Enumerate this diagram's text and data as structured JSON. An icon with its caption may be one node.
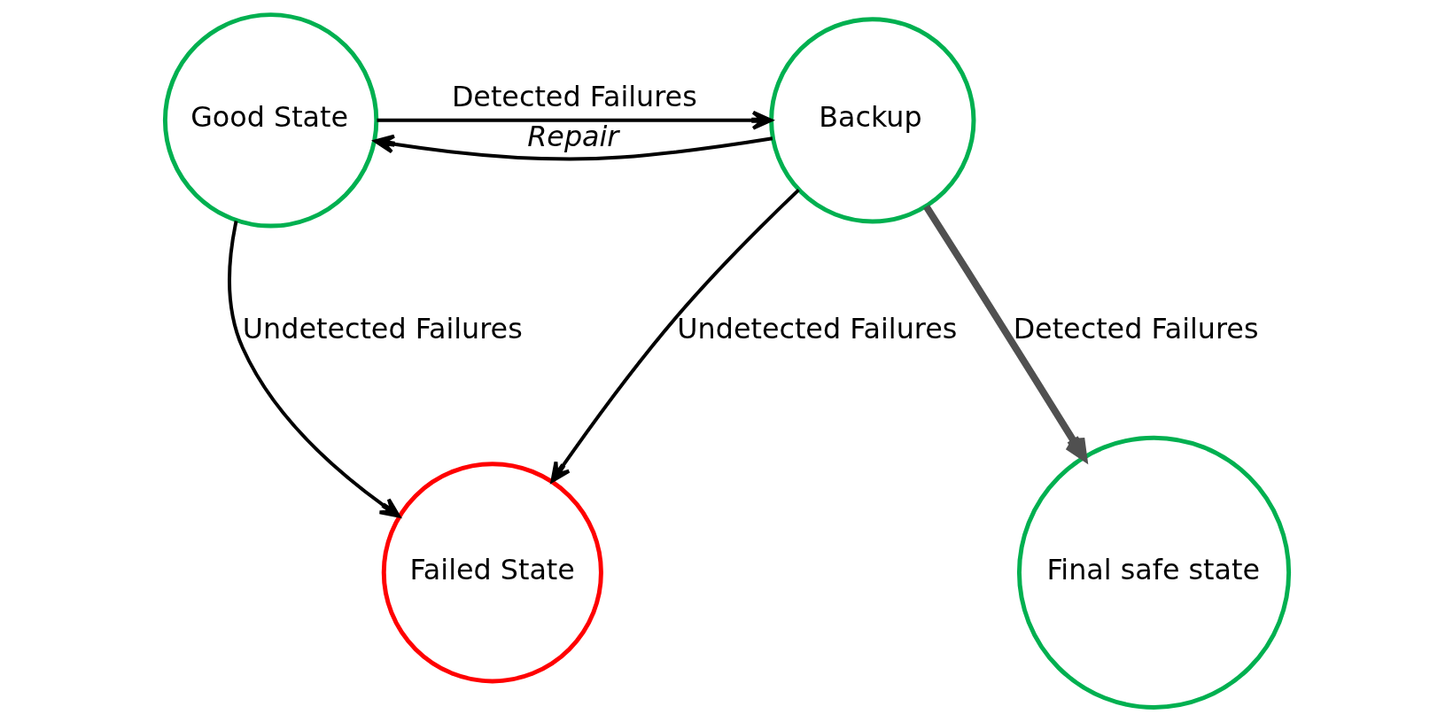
{
  "diagram": {
    "nodes": [
      {
        "text": [
          "Good State"
        ]
      },
      {
        "text": [
          "Backup"
        ]
      },
      {
        "text": [
          "Final safe state"
        ]
      },
      {
        "text": [
          "Failed State"
        ]
      }
    ],
    "edges": [
      {
        "from": 0,
        "to": 1,
        "arrow": "to",
        "label": "Detected Failures"
      },
      {
        "from": 1,
        "to": 0,
        "arrow": "to",
        "label": "Repair"
      },
      {
        "from": 1,
        "to": 2,
        "arrow": "to",
        "label": "Detected Failures",
        "style": "thick",
        "color": "#505050"
      },
      {
        "from": 0,
        "to": 3,
        "arrow": "to",
        "label": "Undetected Failures"
      },
      {
        "from": 1,
        "to": 3,
        "arrow": "to",
        "label": "Undetected Failures"
      }
    ]
  }
}
